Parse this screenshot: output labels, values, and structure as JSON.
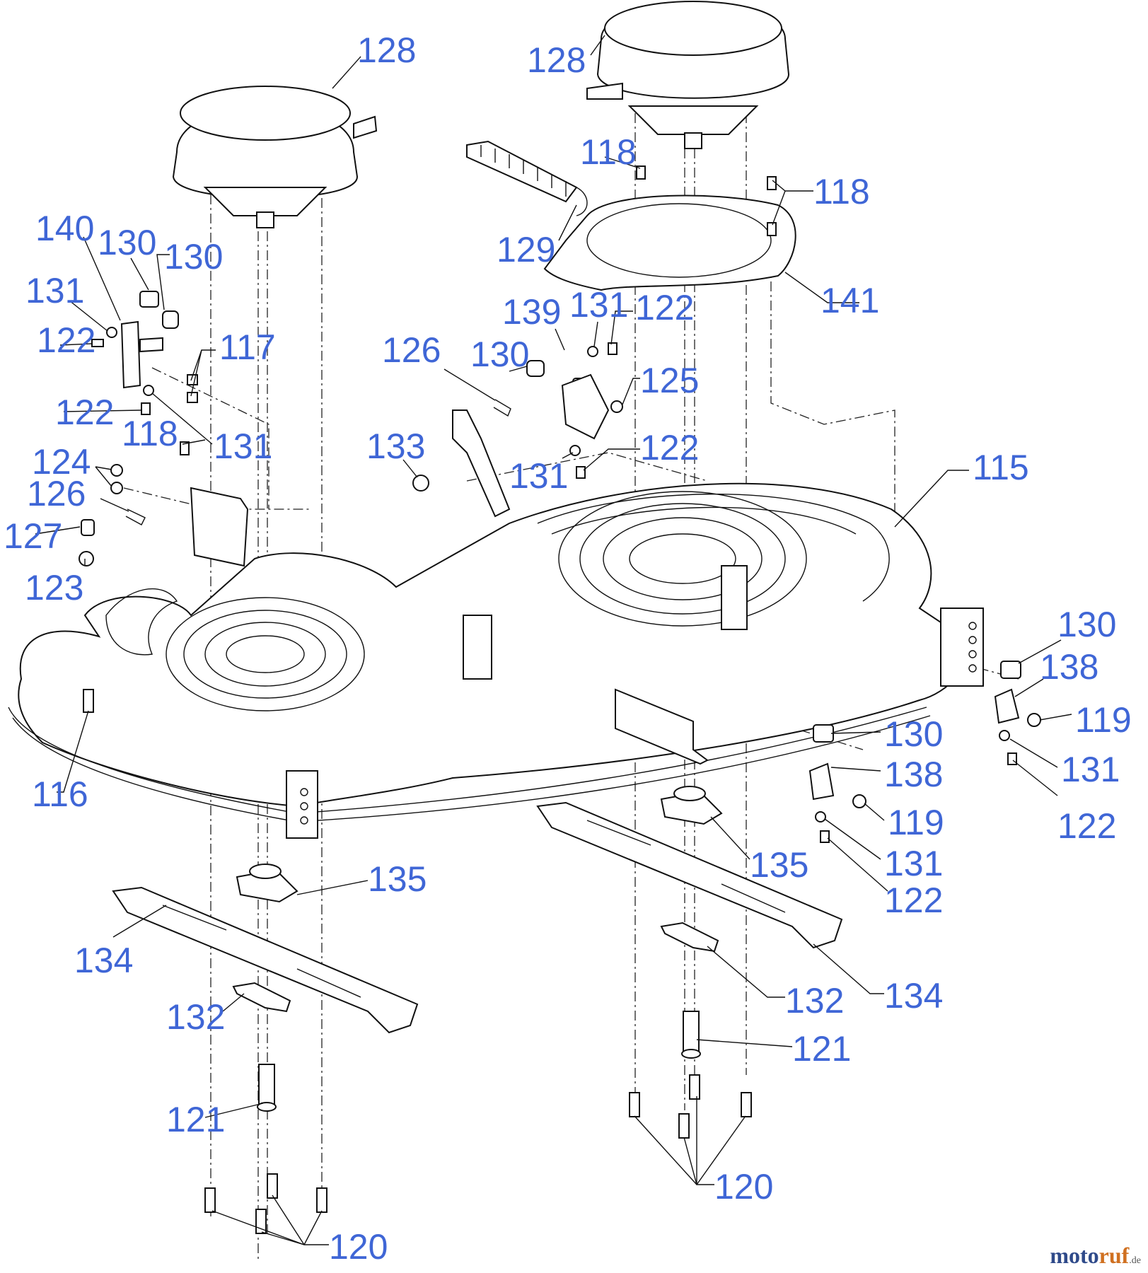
{
  "diagram": {
    "callouts": [
      {
        "id": "c128a",
        "text": "128"
      },
      {
        "id": "c128b",
        "text": "128"
      },
      {
        "id": "c118a",
        "text": "118"
      },
      {
        "id": "c118b",
        "text": "118"
      },
      {
        "id": "c129",
        "text": "129"
      },
      {
        "id": "c141",
        "text": "141"
      },
      {
        "id": "c140",
        "text": "140"
      },
      {
        "id": "c130a",
        "text": "130"
      },
      {
        "id": "c130b",
        "text": "130"
      },
      {
        "id": "c131a",
        "text": "131"
      },
      {
        "id": "c122a",
        "text": "122"
      },
      {
        "id": "c117",
        "text": "117"
      },
      {
        "id": "c122b",
        "text": "122"
      },
      {
        "id": "c118c",
        "text": "118"
      },
      {
        "id": "c131b",
        "text": "131"
      },
      {
        "id": "c124",
        "text": "124"
      },
      {
        "id": "c126a",
        "text": "126"
      },
      {
        "id": "c127",
        "text": "127"
      },
      {
        "id": "c123",
        "text": "123"
      },
      {
        "id": "c139",
        "text": "139"
      },
      {
        "id": "c131c",
        "text": "131"
      },
      {
        "id": "c122c",
        "text": "122"
      },
      {
        "id": "c126b",
        "text": "126"
      },
      {
        "id": "c130c",
        "text": "130"
      },
      {
        "id": "c125",
        "text": "125"
      },
      {
        "id": "c133",
        "text": "133"
      },
      {
        "id": "c122d",
        "text": "122"
      },
      {
        "id": "c131d",
        "text": "131"
      },
      {
        "id": "c115",
        "text": "115"
      },
      {
        "id": "c130d",
        "text": "130"
      },
      {
        "id": "c138a",
        "text": "138"
      },
      {
        "id": "c119a",
        "text": "119"
      },
      {
        "id": "c131e",
        "text": "131"
      },
      {
        "id": "c122e",
        "text": "122"
      },
      {
        "id": "c130e",
        "text": "130"
      },
      {
        "id": "c138b",
        "text": "138"
      },
      {
        "id": "c119b",
        "text": "119"
      },
      {
        "id": "c131f",
        "text": "131"
      },
      {
        "id": "c122f",
        "text": "122"
      },
      {
        "id": "c116",
        "text": "116"
      },
      {
        "id": "c135a",
        "text": "135"
      },
      {
        "id": "c135b",
        "text": "135"
      },
      {
        "id": "c134a",
        "text": "134"
      },
      {
        "id": "c134b",
        "text": "134"
      },
      {
        "id": "c132a",
        "text": "132"
      },
      {
        "id": "c132b",
        "text": "132"
      },
      {
        "id": "c121a",
        "text": "121"
      },
      {
        "id": "c121b",
        "text": "121"
      },
      {
        "id": "c120a",
        "text": "120"
      },
      {
        "id": "c120b",
        "text": "120"
      }
    ]
  },
  "watermark": {
    "brand_a": "moto",
    "brand_b": "ruf",
    "suffix": ".de"
  }
}
